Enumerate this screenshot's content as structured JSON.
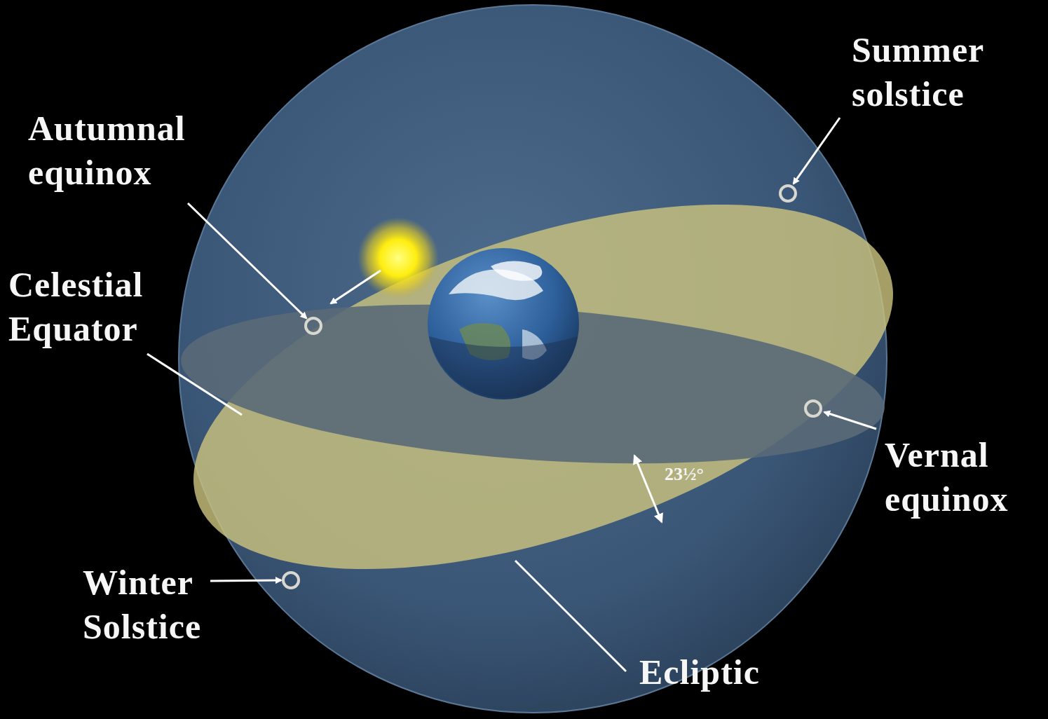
{
  "diagram": {
    "labels": [
      "Summer solstice",
      "Autumnal equinox",
      "Celestial Equator",
      "Vernal equinox",
      "23½°",
      "Winter Solstice",
      "Ecliptic"
    ]
  }
}
